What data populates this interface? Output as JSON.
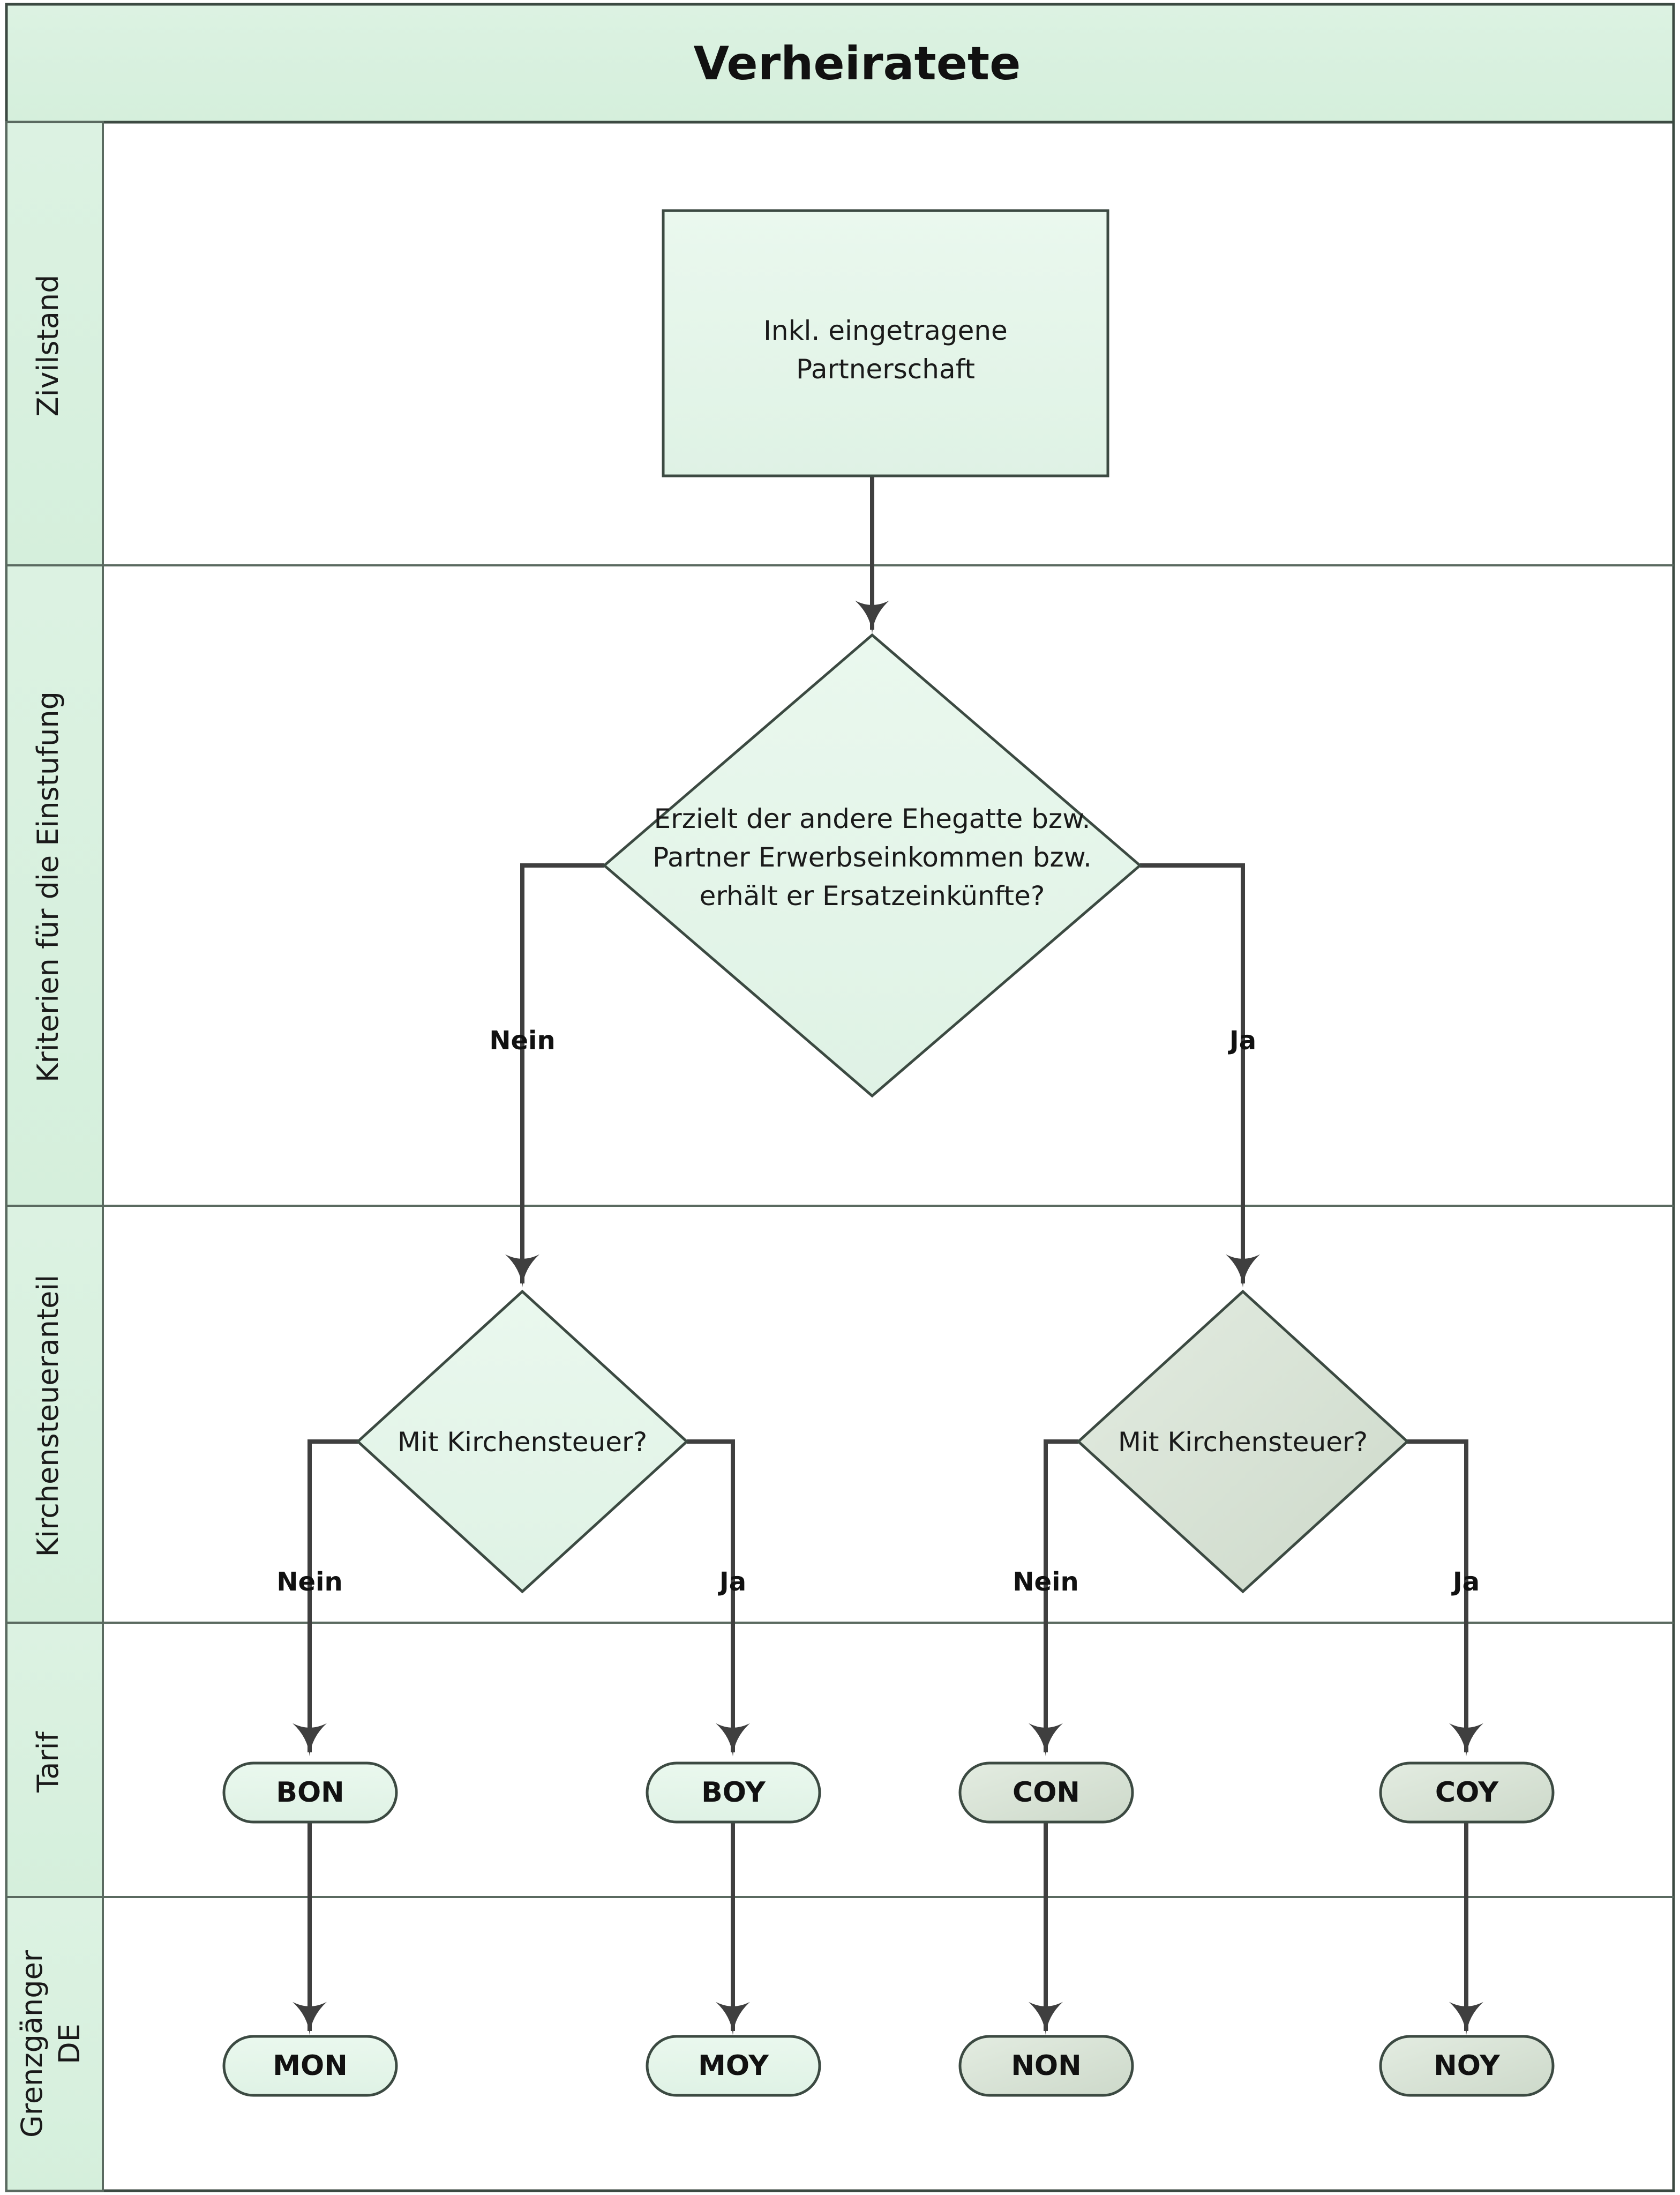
{
  "title": "Verheiratete",
  "colors": {
    "band_fill": "#d9f0df",
    "header_fill": "#d9f0df",
    "node_fill_light": "#e4f4e8",
    "node_fill_gray": "#d8e2d6",
    "border": "#3c4a42",
    "connector": "#3f3f3f",
    "text": "#111111",
    "canvas": "#ffffff"
  },
  "bands": [
    {
      "id": "zivilstand",
      "label": "Zivilstand"
    },
    {
      "id": "kriterien",
      "label": "Kriterien für die Einstufung"
    },
    {
      "id": "kirchensteueranteil",
      "label": "Kirchensteueranteil"
    },
    {
      "id": "tarif",
      "label": "Tarif"
    },
    {
      "id": "grenzgaenger",
      "label": "Grenzgänger DE",
      "label_lines": [
        "Grenzgänger",
        "DE"
      ]
    }
  ],
  "nodes": {
    "start": {
      "shape": "rectangle",
      "lines": [
        "Inkl. eingetragene",
        "Partnerschaft"
      ]
    },
    "decision_main": {
      "shape": "diamond",
      "lines": [
        "Erzielt der andere Ehegatte bzw.",
        "Partner Erwerbseinkommen bzw.",
        "erhält er Ersatzeinkünfte?"
      ]
    },
    "decision_church_left": {
      "shape": "diamond",
      "lines": [
        "Mit Kirchensteuer?"
      ],
      "fill": "light"
    },
    "decision_church_right": {
      "shape": "diamond",
      "lines": [
        "Mit Kirchensteuer?"
      ],
      "fill": "gray"
    },
    "tarif_results": [
      {
        "label": "BON",
        "fill": "light"
      },
      {
        "label": "BOY",
        "fill": "light"
      },
      {
        "label": "CON",
        "fill": "gray"
      },
      {
        "label": "COY",
        "fill": "gray"
      }
    ],
    "grenzgaenger_results": [
      {
        "label": "MON",
        "fill": "light"
      },
      {
        "label": "MOY",
        "fill": "light"
      },
      {
        "label": "NON",
        "fill": "gray"
      },
      {
        "label": "NOY",
        "fill": "gray"
      }
    ]
  },
  "edge_labels": {
    "main_no": "Nein",
    "main_yes": "Ja",
    "church_left_no": "Nein",
    "church_left_yes": "Ja",
    "church_right_no": "Nein",
    "church_right_yes": "Ja"
  }
}
